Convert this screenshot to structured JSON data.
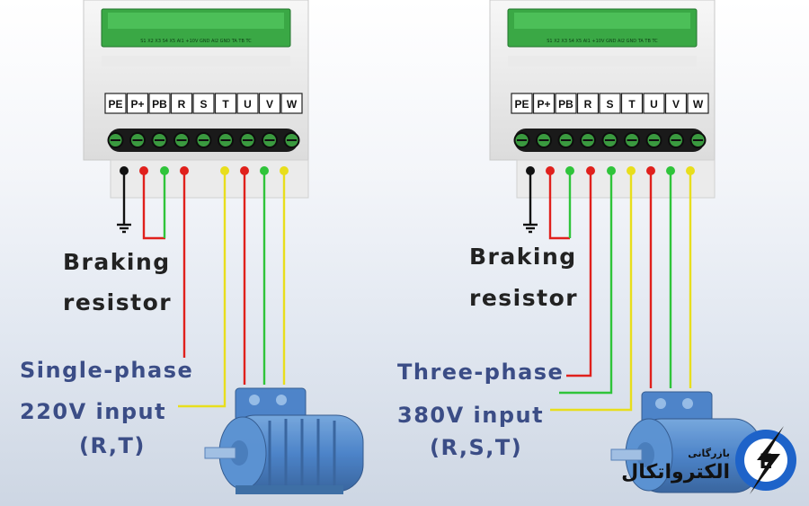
{
  "left": {
    "terminals": [
      "PE",
      "P+",
      "PB",
      "R",
      "S",
      "T",
      "U",
      "V",
      "W"
    ],
    "braking_line1": "Braking",
    "braking_line2": "resistor",
    "input_line1": "Single-phase",
    "input_line2": "220V input",
    "input_line3": "(R,T)"
  },
  "right": {
    "terminals": [
      "PE",
      "P+",
      "PB",
      "R",
      "S",
      "T",
      "U",
      "V",
      "W"
    ],
    "braking_line1": "Braking",
    "braking_line2": "resistor",
    "input_line1": "Three-phase",
    "input_line2": "380V input",
    "input_line3": "(R,S,T)"
  },
  "logo": {
    "small": "بازرگانی",
    "large": "الکترواتکال",
    "mark": "E"
  },
  "colors": {
    "red": "#e0201c",
    "green": "#2fc43a",
    "yellow": "#e8de1c",
    "black": "#111111",
    "motor": "#3f7bc6",
    "label": "#3b4d86"
  }
}
